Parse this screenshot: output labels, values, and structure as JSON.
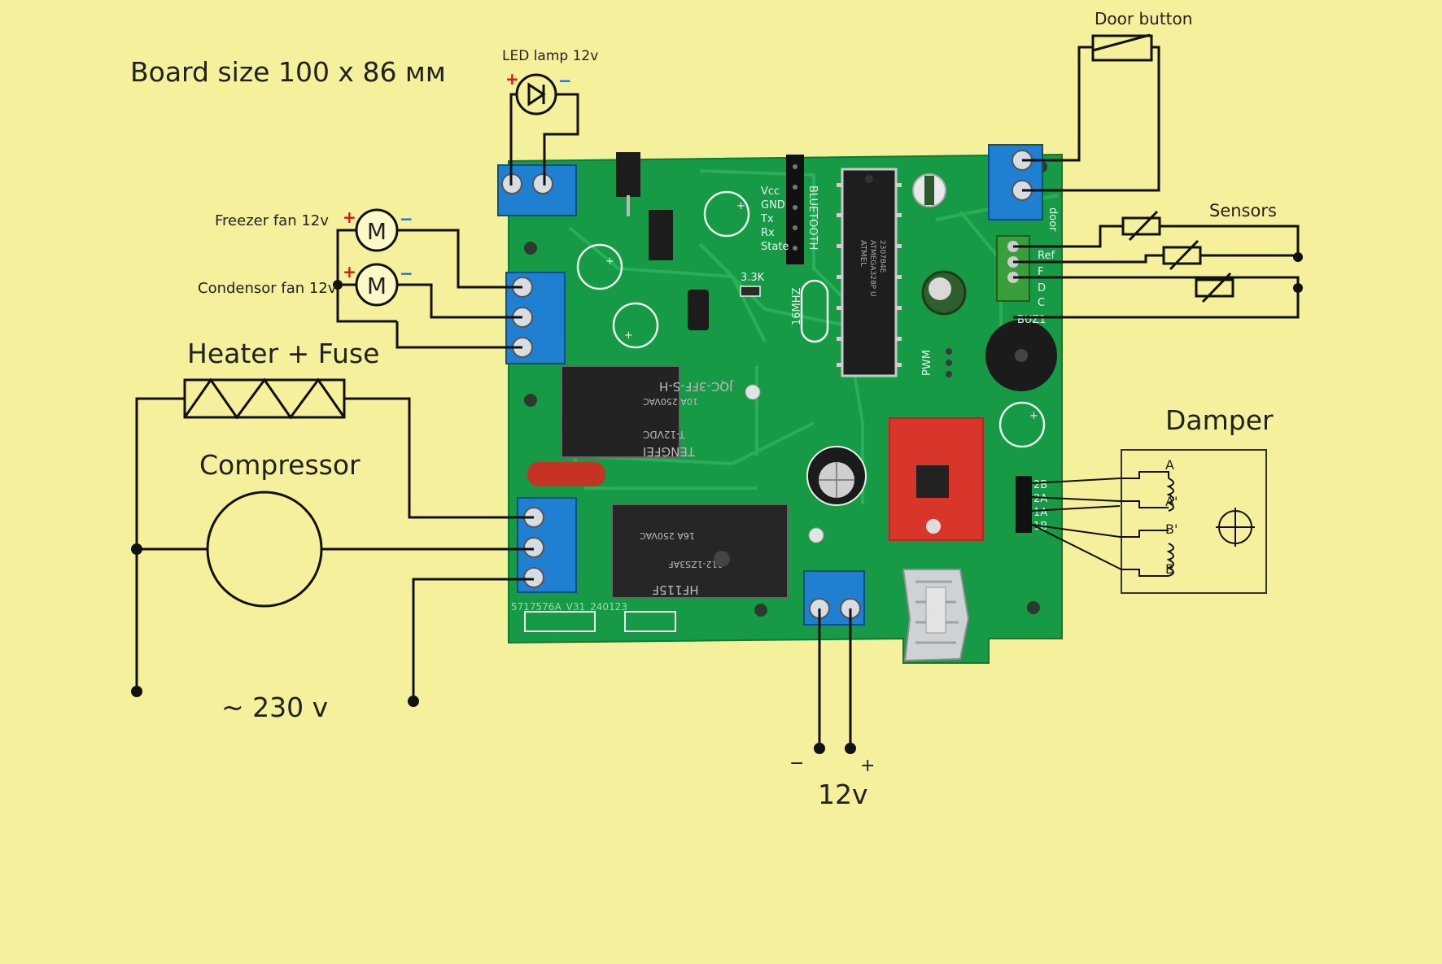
{
  "board_size": "Board size 100 x 86 мм",
  "labels": {
    "led_lamp": "LED lamp 12v",
    "door_button": "Door button",
    "sensors": "Sensors",
    "freezer_fan": "Freezer fan 12v",
    "condensor_fan": "Condensor fan 12v",
    "heater": "Heater + Fuse",
    "compressor": "Compressor",
    "mains": "~ 230 v",
    "damper": "Damper",
    "supply": "12v",
    "supply_minus": "−",
    "supply_plus": "+",
    "motor": "M",
    "plus": "+",
    "minus": "−"
  },
  "pcb": {
    "header_pins": [
      "Vcc",
      "GND",
      "Tx",
      "Rx",
      "State"
    ],
    "bluetooth": "BLUETOOTH",
    "door": "door",
    "sensor_pins": [
      "Ref",
      "F",
      "D",
      "C"
    ],
    "damper_pins": [
      "2B",
      "2A",
      "1A",
      "1B"
    ],
    "resistor": "3.3K",
    "crystal": "16MHZ",
    "pwm": "PWM",
    "buzzer": "BUZ1",
    "chip_brand": "ATMEL",
    "chip_lines": [
      "ATMEGA328P U",
      "2307B4E"
    ],
    "relay1_lines": [
      "JQC-3FF-S-H",
      "10A 250VAC",
      "T-12VDC",
      "TENGFEI"
    ],
    "relay2_lines": [
      "HF115F",
      "012-1ZS3AF",
      "16A 250VAC"
    ],
    "board_code": "5717576A_V31_240123"
  },
  "damper_coils": [
    "A",
    "A'",
    "B'",
    "B"
  ]
}
